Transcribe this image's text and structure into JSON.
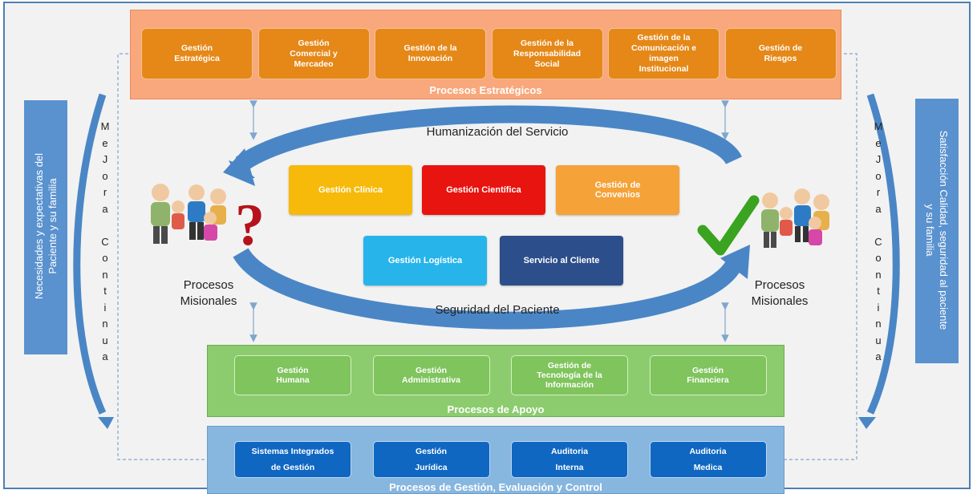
{
  "strategic": {
    "label": "Procesos Estratégicos",
    "items": [
      "Gestión\nEstratégica",
      "Gestión\nComercial y\nMercadeo",
      "Gestión de la\nInnovación",
      "Gestión de la\nResponsabilidad\nSocial",
      "Gestión de la\nComunicación e\nimagen\nInstitucional",
      "Gestión de\nRiesgos"
    ]
  },
  "center": {
    "top_text": "Humanización del Servicio",
    "bottom_text": "Seguridad del Paciente",
    "left_label": "Procesos\nMisionales",
    "right_label": "Procesos\nMisionales",
    "missional": [
      {
        "label": "Gestión Clínica",
        "color": "#f7b90a"
      },
      {
        "label": "Gestión  Científica",
        "color": "#e8140f"
      },
      {
        "label": "Gestión de\nConvenios",
        "color": "#f5a238"
      },
      {
        "label": "Gestión  Logística",
        "color": "#26b4ea"
      },
      {
        "label": "Servicio al Cliente",
        "color": "#2c4e8a"
      }
    ]
  },
  "support": {
    "label": "Procesos de Apoyo",
    "items": [
      "Gestión\nHumana",
      "Gestión\nAdministrativa",
      "Gestión de\nTecnología de la\nInformación",
      "Gestión\nFinanciera"
    ]
  },
  "control": {
    "label": "Procesos de Gestión, Evaluación y Control",
    "items": [
      "Sistemas Integrados\nde Gestión",
      "Gestión\nJurídica",
      "Auditoria\nInterna",
      "Auditoria\nMedica"
    ]
  },
  "left_sidebar": "Necesidades  y expectativas del\nPaciente y  su  familia",
  "right_sidebar": "Satisfacción Calidad, seguridad al paciente\ny su familia",
  "mejora_letters": [
    "M",
    "e",
    "J",
    "o",
    "r",
    "a",
    "",
    "C",
    "o",
    "n",
    "t",
    "i",
    "n",
    "u",
    "a"
  ],
  "colors": {
    "arrow": "#4a86c6",
    "check": "#3aa31f",
    "question": "#b5121b"
  }
}
